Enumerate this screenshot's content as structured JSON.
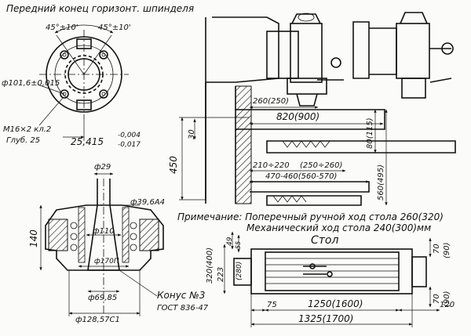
{
  "spindle_end": {
    "title": "Передний конец горизонт. шпинделя",
    "angle_left": "45°±10'",
    "angle_right": "45°±10'",
    "diameter": "ф101,6±0,015",
    "thread_note_1": "M16×2 кл.2",
    "thread_note_2": "Глуб. 25",
    "offset_value": "25,415",
    "offset_tol_upper": "-0,004",
    "offset_tol_lower": "-0,017"
  },
  "side_view": {
    "dim_260": "260(250)",
    "dim_820": "820(900)",
    "dim_30": "30",
    "dim_80": "80(115)",
    "dim_450": "450",
    "dim_210": "210÷220",
    "dim_250_260": "(250÷260)",
    "dim_560": "560(495)",
    "dim_470": "470-460(560-570)"
  },
  "taper": {
    "dim_29": "ф29",
    "dim_39": "ф39,6А4",
    "dim_140": "140",
    "dim_110": "ф110",
    "dim_170": "ф170П",
    "dim_69": "ф69,85",
    "dim_128": "ф128,57С1",
    "cone_label": "Конус №3",
    "gost": "ГОСТ 836-47"
  },
  "note": {
    "line1": "Примечание: Поперечный ручной ход стола 260(320)",
    "line2": "Механический ход стола 240(300)мм"
  },
  "table_view": {
    "title": "Стол",
    "dim_49": "49",
    "dim_55": "55",
    "dim_320": "320(400)",
    "dim_223": "223",
    "dim_280": "(280)",
    "dim_70_top": "70",
    "dim_90_top": "(90)",
    "dim_70_bot": "70",
    "dim_90_bot": "(90)",
    "dim_75": "75",
    "dim_1250": "1250(1600)",
    "dim_120": "120",
    "dim_1325": "1325(1700)"
  }
}
